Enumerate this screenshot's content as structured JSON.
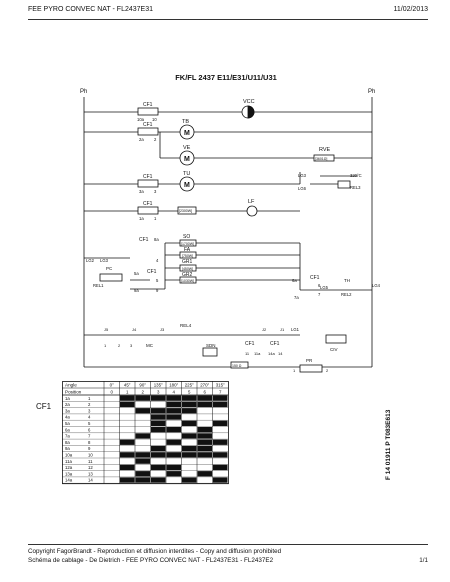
{
  "header": {
    "left": "FEE PYRO CONVEC NAT - FL2437E31",
    "right": "11/02/2013"
  },
  "diagram": {
    "title": "FK/FL 2437 E11/E31/U11/U31",
    "ph_left": "Ph",
    "ph_right": "Ph",
    "cf1_label": "CF1",
    "c10a": "10a",
    "c10": "10",
    "c2a": "2a",
    "c2": "2",
    "c3a": "3a",
    "c3": "3",
    "c1a": "1a",
    "c1": "1",
    "c8a": "8a",
    "c4": "4",
    "c5a": "5a",
    "c5": "5",
    "c9a": "9a",
    "c9": "9",
    "c6a": "6a",
    "c6": "6",
    "c7a": "7a",
    "c7": "7",
    "vcc": "VCC",
    "tb": "TB",
    "ve": "VE",
    "tu": "TU",
    "lf": "LF",
    "rve": "RVE",
    "r_rve": "[3601Ω]",
    "r_lf": "[2300W]",
    "so": "SO",
    "so_w": "[1700W]",
    "fa": "FA",
    "fa_w": "[750W]",
    "gr1": "GR1",
    "gr1_w": "[450W]",
    "gr2": "GR2",
    "gr2_w": "[1030W]",
    "lg3": "LG3",
    "lg2": "LG2",
    "lg4": "LG4",
    "lg6": "LG6",
    "lg5": "LG5",
    "lg1": "LG1",
    "t320": "320°C",
    "rel3": "REL3",
    "rel2": "REL2",
    "rel1": "REL1",
    "rel4": "REL4",
    "pc": "PC",
    "th": "TH",
    "civ": "CIV",
    "pr": "PR",
    "mc": "MC",
    "sdn": "SDN",
    "cf1_11": "11",
    "cf1_11a": "11a",
    "cf1_14a": "14a",
    "cf1_14": "14",
    "r150": "150 Ω",
    "n1": "1",
    "n2": "2",
    "n1b": "1",
    "n2b": "2",
    "n3": "3",
    "j1": "J1",
    "j2": "J2",
    "j3": "J3",
    "j4": "J4",
    "j5": "J5"
  },
  "table": {
    "side_label": "CF1",
    "angle_label": "Angle",
    "position_label": "Position",
    "angles": [
      "0°",
      "45°",
      "90°",
      "135°",
      "180°",
      "225°",
      "270°",
      "315°"
    ],
    "positions": [
      "0",
      "1",
      "2",
      "3",
      "4",
      "5",
      "6",
      "7"
    ],
    "rows": [
      {
        "c": "1a",
        "n": "1",
        "f": [
          0,
          1,
          1,
          1,
          1,
          1,
          1,
          1
        ]
      },
      {
        "c": "2a",
        "n": "2",
        "f": [
          0,
          1,
          0,
          0,
          1,
          1,
          1,
          1
        ]
      },
      {
        "c": "3a",
        "n": "3",
        "f": [
          0,
          0,
          1,
          1,
          1,
          1,
          0,
          0
        ]
      },
      {
        "c": "4a",
        "n": "4",
        "f": [
          0,
          0,
          0,
          1,
          1,
          0,
          0,
          0
        ]
      },
      {
        "c": "5a",
        "n": "5",
        "f": [
          0,
          0,
          0,
          1,
          0,
          1,
          0,
          1
        ]
      },
      {
        "c": "6a",
        "n": "6",
        "f": [
          0,
          0,
          0,
          1,
          1,
          0,
          1,
          0
        ]
      },
      {
        "c": "7a",
        "n": "7",
        "f": [
          0,
          0,
          1,
          0,
          0,
          1,
          1,
          0
        ]
      },
      {
        "c": "8a",
        "n": "8",
        "f": [
          0,
          1,
          0,
          0,
          1,
          0,
          1,
          1
        ]
      },
      {
        "c": "9a",
        "n": "9",
        "f": [
          0,
          0,
          0,
          1,
          0,
          1,
          1,
          0
        ]
      },
      {
        "c": "10a",
        "n": "10",
        "f": [
          0,
          1,
          1,
          1,
          1,
          1,
          1,
          1
        ]
      },
      {
        "c": "11a",
        "n": "11",
        "f": [
          0,
          0,
          1,
          0,
          0,
          0,
          0,
          0
        ]
      },
      {
        "c": "12a",
        "n": "12",
        "f": [
          0,
          1,
          0,
          1,
          1,
          0,
          0,
          1
        ]
      },
      {
        "c": "13a",
        "n": "13",
        "f": [
          0,
          0,
          1,
          0,
          1,
          0,
          1,
          0
        ]
      },
      {
        "c": "14a",
        "n": "14",
        "f": [
          0,
          1,
          1,
          1,
          0,
          1,
          0,
          1
        ]
      }
    ]
  },
  "side_code": "F 14 01911 P T083E613",
  "footer": {
    "line1": "Copyright FagorBrandt - Reproduction et diffusion interdites - Copy and diffusion prohibited",
    "line2": "Schéma de cablage - De Dietrich - FEE PYRO CONVEC NAT - FL2437E31 - FL2437E2",
    "page": "1/1"
  }
}
